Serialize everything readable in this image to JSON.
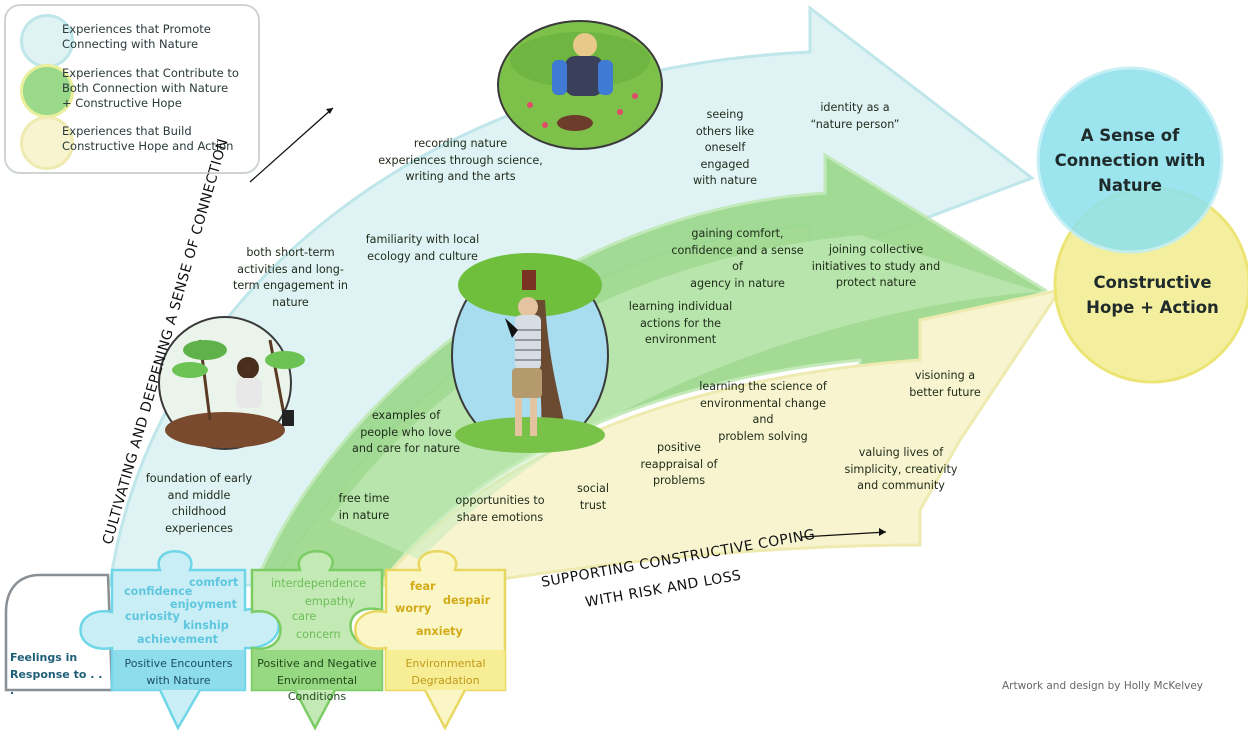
{
  "legend": [
    "Experiences that Promote\nConnecting with Nature",
    "Experiences that Contribute to\nBoth Connection with Nature\n+ Constructive Hope",
    "Experiences that Build\nConstructive Hope and Action"
  ],
  "outcomes": {
    "connection": "A Sense of\nConnection with\nNature",
    "hope": "Constructive\nHope + Action"
  },
  "experiences": {
    "recording": "recording nature\nexperiences through science,\nwriting and the arts",
    "seeing_others": "seeing\nothers like\noneself engaged\nwith nature",
    "identity": "identity as a\n“nature person”",
    "short_long": "both short-term\nactivities and long-\nterm engagement in\nnature",
    "familiarity": "familiarity with local\necology and culture",
    "comfort": "gaining comfort,\nconfidence and a sense of\nagency in nature",
    "collective": "joining collective\ninitiatives to study and\nprotect nature",
    "individual": "learning individual\nactions for the\nenvironment",
    "science": "learning the science of\nenvironmental change and\nproblem solving",
    "visioning": "visioning a\nbetter future",
    "examples": "examples of\npeople who love\nand care for nature",
    "reappraisal": "positive\nreappraisal of\nproblems",
    "valuing": "valuing lives of\nsimplicity, creativity\nand community",
    "foundation": "foundation of early\nand middle childhood\nexperiences",
    "trust": "social\ntrust",
    "free_time": "free time\nin nature",
    "emotions": "opportunities to\nshare emotions"
  },
  "axes": {
    "connection": "CULTIVATING AND DEEPENING A SENSE OF CONNECTION",
    "coping_1": "SUPPORTING CONSTRUCTIVE COPING",
    "coping_2": "WITH RISK AND LOSS"
  },
  "feelings": {
    "prompt": "Feelings in\nResponse to . . .",
    "blue": [
      "confidence",
      "comfort",
      "enjoyment",
      "curiosity",
      "kinship",
      "achievement"
    ],
    "green": [
      "interdependence",
      "empathy",
      "care",
      "concern"
    ],
    "yellow": [
      "fear",
      "worry",
      "despair",
      "anxiety"
    ]
  },
  "pieces": {
    "positive": "Positive Encounters\nwith Nature",
    "conditions": "Positive and Negative\nEnvironmental Conditions",
    "degradation": "Environmental\nDegradation"
  },
  "credit": "Artwork and design by Holly McKelvey",
  "colors": {
    "connection_band": "#dff3f4",
    "both_band": "#9ad88a",
    "hope_band": "#f7f4cf",
    "connection_circle": "#8fe1ec",
    "hope_circle": "#f3ef9a"
  }
}
